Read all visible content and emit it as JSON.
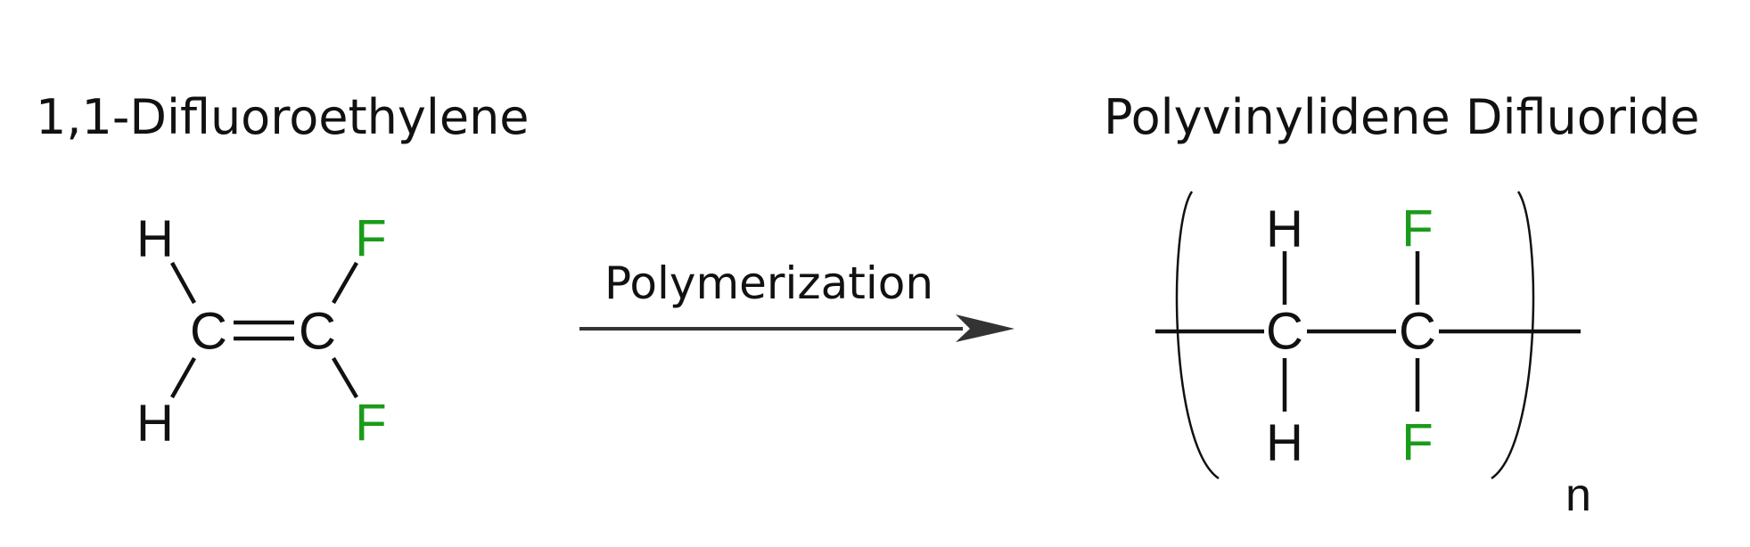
{
  "colors": {
    "carbon": "#111111",
    "hydrogen": "#111111",
    "fluorine": "#1a9b1a",
    "arrow": "#333333"
  },
  "monomer": {
    "title": "1,1-Difluoroethylene",
    "atoms": {
      "h_top": "H",
      "h_bottom": "H",
      "c_left": "C",
      "c_right": "C",
      "f_top": "F",
      "f_bottom": "F"
    }
  },
  "reaction": {
    "label": "Polymerization"
  },
  "polymer": {
    "title": "Polyvinylidene Difluoride",
    "atoms": {
      "h_top": "H",
      "h_bottom": "H",
      "c_left": "C",
      "c_right": "C",
      "f_top": "F",
      "f_bottom": "F"
    },
    "repeat_subscript": "n"
  }
}
